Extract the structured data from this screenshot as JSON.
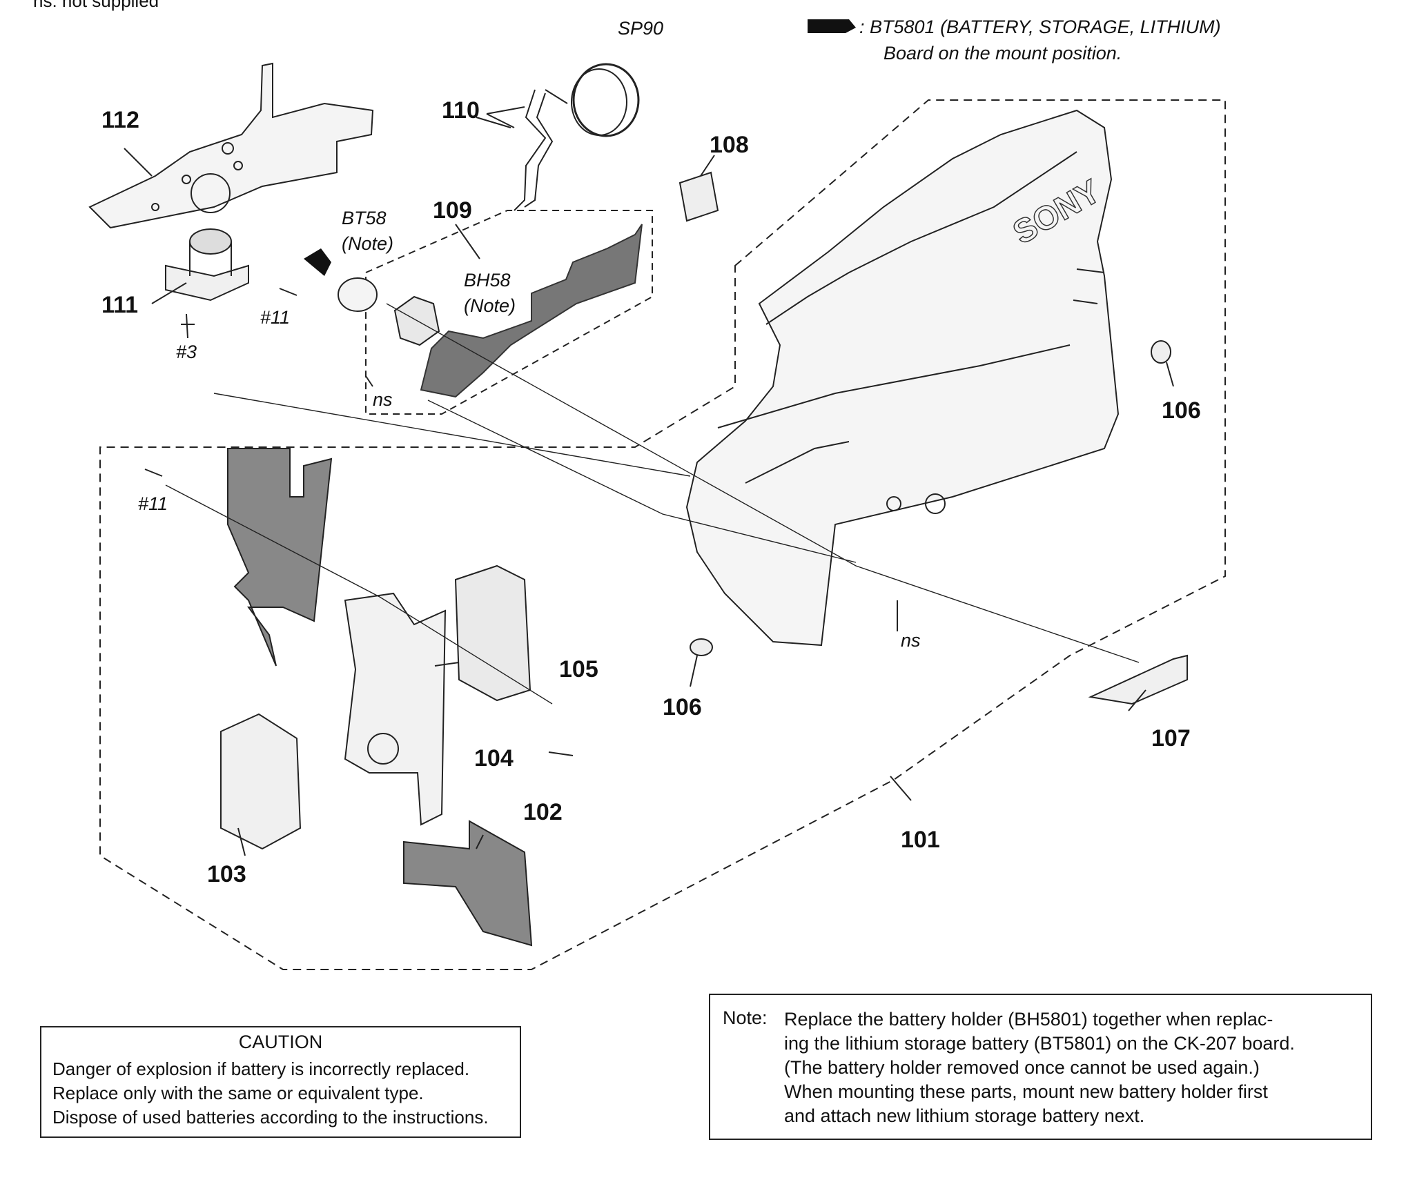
{
  "header": {
    "not_supplied": "ns: not supplied",
    "bt_line1": ": BT5801 (BATTERY, STORAGE, LITHIUM)",
    "bt_line2": "Board on the mount position."
  },
  "part_labels": {
    "p101": "101",
    "p102": "102",
    "p103": "103",
    "p104": "104",
    "p105": "105",
    "p106a": "106",
    "p106b": "106",
    "p107": "107",
    "p108": "108",
    "p109": "109",
    "p110": "110",
    "p111": "111",
    "p112": "112"
  },
  "component_labels": {
    "sp90": "SP90",
    "bt58": "BT58",
    "bt58_note": "(Note)",
    "bh58": "BH58",
    "bh58_note": "(Note)",
    "screw_11a": "#11",
    "screw_11b": "#11",
    "screw_3": "#3",
    "ns_a": "ns",
    "ns_b": "ns"
  },
  "brand": "SONY",
  "caution": {
    "title": "CAUTION",
    "lines": [
      "Danger of explosion if battery is incorrectly replaced.",
      "Replace only with the same or equivalent type.",
      "Dispose of used batteries according to the instructions."
    ]
  },
  "note": {
    "label": "Note:",
    "lines": [
      "Replace the battery holder (BH5801) together when replac-",
      "ing the lithium storage battery (BT5801) on the CK-207 board.",
      "(The battery holder removed once cannot be used again.)",
      "When mounting these parts, mount new battery holder first",
      "and attach new lithium storage battery next."
    ]
  }
}
